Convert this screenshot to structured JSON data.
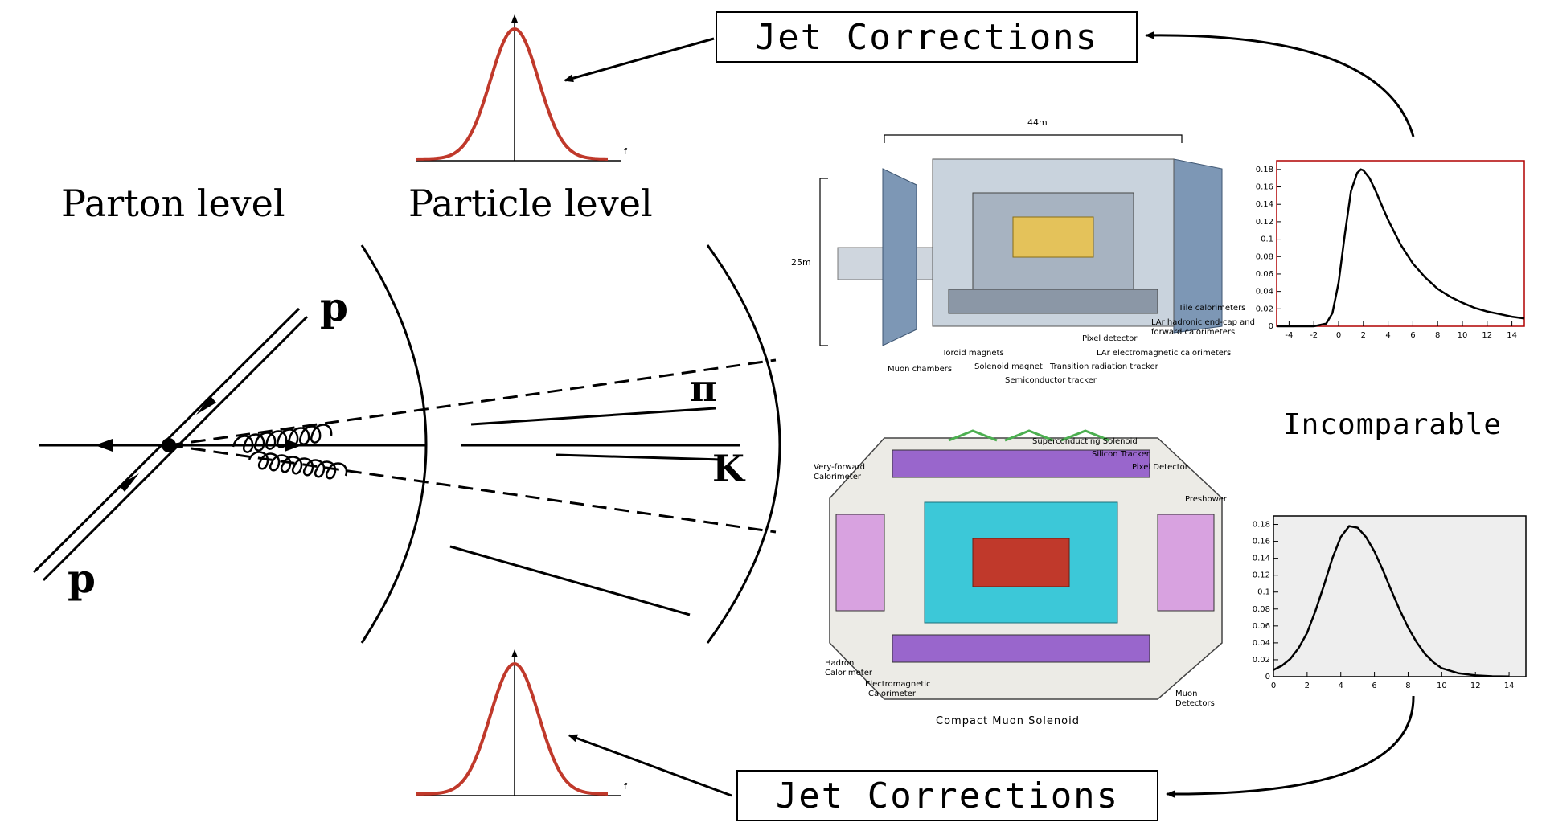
{
  "labels": {
    "parton_level": "Parton level",
    "particle_level": "Particle level",
    "jet_corrections_top": "Jet Corrections",
    "jet_corrections_bottom": "Jet Corrections",
    "incomparable": "Incomparable",
    "proton_top": "p",
    "proton_bottom": "p",
    "pion": "π",
    "kaon": "K",
    "gauss_axis_label_top": "f",
    "gauss_axis_label_bottom": "f"
  },
  "atlas": {
    "size_width": "44m",
    "size_height": "25m",
    "parts": {
      "tile": "Tile calorimeters",
      "lar_hadronic": "LAr hadronic end-cap and",
      "lar_hadronic_2": "forward calorimeters",
      "pixel": "Pixel detector",
      "lar_em": "LAr electromagnetic calorimeters",
      "toroid": "Toroid magnets",
      "solenoid": "Solenoid magnet",
      "trt": "Transition radiation tracker",
      "muon": "Muon chambers",
      "sct": "Semiconductor tracker"
    }
  },
  "cms": {
    "title": "Compact  Muon  Solenoid",
    "parts": {
      "solenoid": "Superconducting Solenoid",
      "tracker": "Silicon Tracker",
      "pixel": "Pixel Detector",
      "preshower": "Preshower",
      "vf1": "Very-forward",
      "vf2": "Calorimeter",
      "hcal1": "Hadron",
      "hcal2": "Calorimeter",
      "ecal1": "Electromagnetic",
      "ecal2": "Calorimeter",
      "muon1": "Muon",
      "muon2": "Detectors"
    }
  },
  "colors": {
    "gauss_curve": "#c0392b",
    "line": "#000000",
    "plot_bg_bottom": "#eeeeee",
    "plot_frame_top": "#b00000"
  },
  "chart_data": [
    {
      "type": "line",
      "title": "",
      "xlabel": "",
      "ylabel": "",
      "x_ticks": [
        "-4",
        "-2",
        "0",
        "2",
        "4",
        "6",
        "8",
        "10",
        "12",
        "14"
      ],
      "y_ticks": [
        "0",
        "0.02",
        "0.04",
        "0.06",
        "0.08",
        "0.1",
        "0.12",
        "0.14",
        "0.16",
        "0.18"
      ],
      "xlim": [
        -5,
        15
      ],
      "ylim": [
        0,
        0.19
      ],
      "series": [
        {
          "x": [
            -5,
            -2,
            -1,
            -0.5,
            0,
            0.5,
            1,
            1.5,
            1.8,
            2,
            2.5,
            3,
            4,
            5,
            6,
            7,
            8,
            9,
            10,
            11,
            12,
            13,
            14,
            15
          ],
          "y": [
            0,
            0,
            0.003,
            0.015,
            0.05,
            0.105,
            0.155,
            0.176,
            0.18,
            0.179,
            0.17,
            0.155,
            0.122,
            0.094,
            0.072,
            0.056,
            0.043,
            0.034,
            0.027,
            0.021,
            0.017,
            0.014,
            0.011,
            0.009
          ]
        }
      ]
    },
    {
      "type": "line",
      "title": "",
      "xlabel": "",
      "ylabel": "",
      "x_ticks": [
        "0",
        "2",
        "4",
        "6",
        "8",
        "10",
        "12",
        "14"
      ],
      "y_ticks": [
        "0",
        "0.02",
        "0.04",
        "0.06",
        "0.08",
        "0.1",
        "0.12",
        "0.14",
        "0.16",
        "0.18"
      ],
      "xlim": [
        0,
        15
      ],
      "ylim": [
        0,
        0.19
      ],
      "series": [
        {
          "x": [
            0,
            0.5,
            1,
            1.5,
            2,
            2.5,
            3,
            3.5,
            4,
            4.5,
            5,
            5.5,
            6,
            6.5,
            7,
            7.5,
            8,
            8.5,
            9,
            9.5,
            10,
            11,
            12,
            13,
            14
          ],
          "y": [
            0.008,
            0.013,
            0.021,
            0.034,
            0.052,
            0.078,
            0.108,
            0.14,
            0.165,
            0.178,
            0.176,
            0.165,
            0.148,
            0.126,
            0.102,
            0.079,
            0.058,
            0.041,
            0.027,
            0.017,
            0.01,
            0.004,
            0.0015,
            0.0005,
            0.0002
          ]
        }
      ]
    }
  ]
}
